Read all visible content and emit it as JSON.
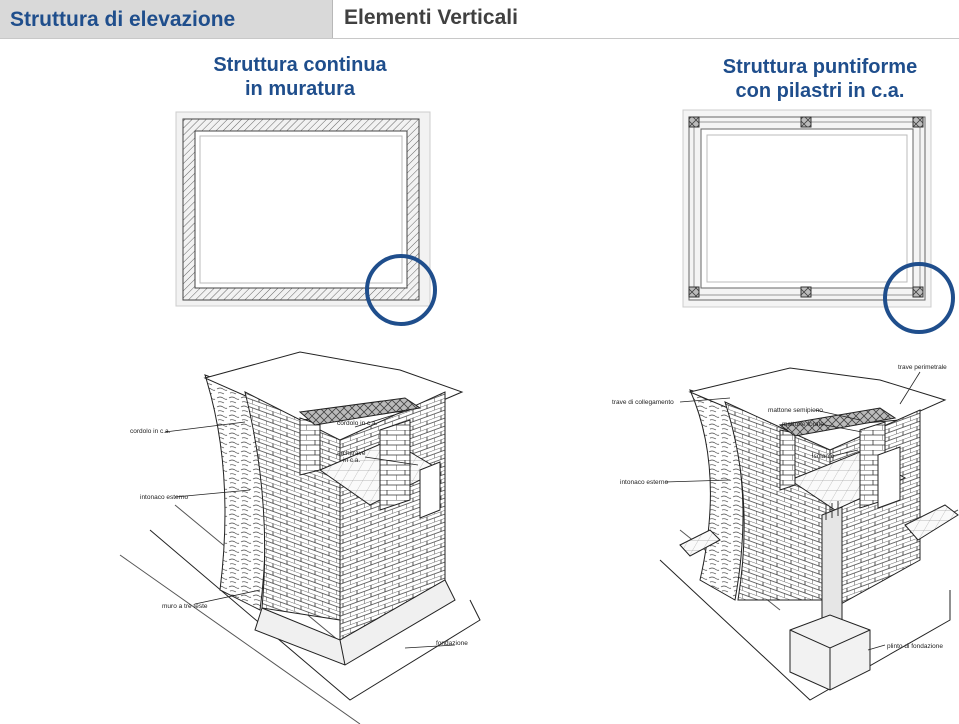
{
  "header": {
    "section_title": "Struttura di elevazione",
    "subtitle": "Elementi Verticali"
  },
  "left": {
    "title_line1": "Struttura continua",
    "title_line2": "in muratura",
    "labels": {
      "cordolo_left": "cordolo in c.a.",
      "cordolo_top": "cordolo in c.a.",
      "architrave_1": "architrave",
      "architrave_2": "in c.a.",
      "intonaco": "intonaco esterno",
      "muro": "muro a tre teste",
      "fondazione": "fondazione"
    }
  },
  "right": {
    "title_line1": "Struttura puntiforme",
    "title_line2": "con pilastri in c.a.",
    "labels": {
      "trave_perimetrale": "trave perimetrale",
      "trave_collegamento": "trave di collegamento",
      "mattone_semipieno": "mattone semipieno",
      "mattone_forato": "mattone forato",
      "isolante": "isolante",
      "intonaco": "intonaco esterno",
      "plinto": "plinto di fondazione"
    }
  },
  "colors": {
    "title_blue": "#1f4e8c",
    "circle_blue": "#1f4e8c",
    "tab_gray": "#d9d9d9"
  }
}
